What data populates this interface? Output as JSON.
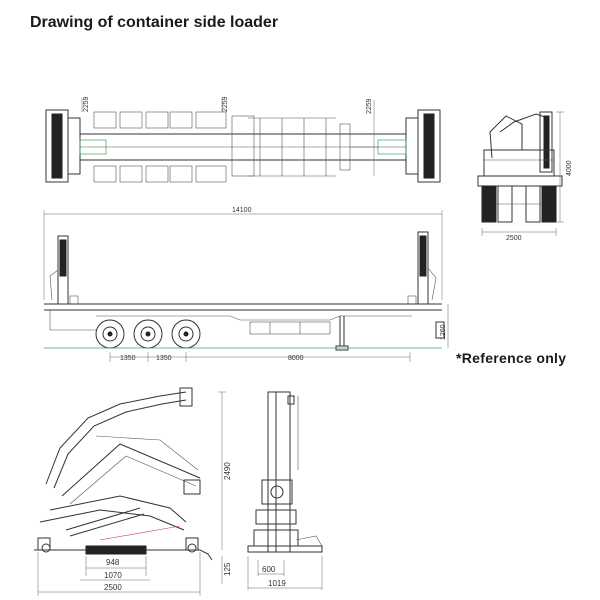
{
  "page": {
    "title": "Drawing of container side loader",
    "note": "*Reference only"
  },
  "top_view": {
    "dims": [
      "2259",
      "2259",
      "2259"
    ]
  },
  "rear_view": {
    "height": "4000",
    "width": "2500"
  },
  "side_view": {
    "length": "14100",
    "axle_spacing_1": "1350",
    "axle_spacing_2": "1350",
    "main_span": "8000",
    "deck_height": "1260"
  },
  "crane_detail": {
    "height": "2490",
    "base_height": "125",
    "dim_948": "948",
    "dim_1070": "1070",
    "dim_2500": "2500"
  },
  "leg_detail": {
    "dim_600": "600",
    "dim_1019": "1019"
  }
}
